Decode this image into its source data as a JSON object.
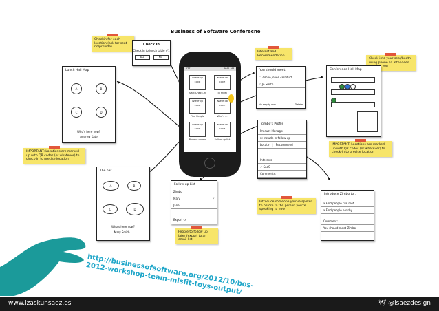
{
  "title": "Business of Software Conferecne",
  "notes": {
    "checkin": "Checkin for each location (ask for seat no/provide)",
    "interest": "Interest and Recommendation",
    "checkin_booth": "Check into your seat/booth using phone so attendees can find you",
    "left_important": "IMPORTANT: Locations are marked-up with QR codes (or whatever) to check-in to precise location",
    "right_important": "IMPORTANT: Locations are marked-up with QR codes (or whatever) to check-in to precise location",
    "follow_up": "People to follow up later (export to an email list)",
    "introduce": "Introduce someone you've spoken to before to the person you're speaking to now"
  },
  "checkin_dialog": {
    "title": "Check in",
    "question": "Check in to lunch table #1",
    "yes": "Yes",
    "no": "No"
  },
  "lunch_map": {
    "title": "Lunch Hall Map",
    "tables": [
      "A",
      "B",
      "C",
      "D"
    ],
    "whos_here": "Who's here now?",
    "person": "Andrew Kate"
  },
  "bar": {
    "title": "The bar",
    "tables": [
      "A",
      "B",
      "C",
      "D"
    ],
    "whos_here": "Who's here now?",
    "person": "Mary Smith..."
  },
  "phone": {
    "status": "ATT",
    "time": "9:41 AM",
    "buttons": [
      {
        "qr": "INSERT QR CODE",
        "label": "Seat Check-in"
      },
      {
        "qr": "INSERT QR CODE",
        "label": "To meet"
      },
      {
        "qr": "INSERT QR CODE",
        "label": "Find People"
      },
      {
        "qr": "INSERT QR CODE",
        "label": "Who's ..."
      },
      {
        "qr": "INSERT QR CODE",
        "label": "Browse rooms"
      },
      {
        "qr": "INSERT QR CODE",
        "label": "Follow up list"
      }
    ]
  },
  "should_meet": {
    "title": "You should meet:",
    "people": [
      "Zimbo Jones - Product",
      "Jo Smith"
    ],
    "footer_left": "No empty row",
    "footer_right": "Delete"
  },
  "conf_hall": {
    "title": "Conference Hall Map"
  },
  "profile": {
    "title": "Zimbo's Profile",
    "role": "Product Manager",
    "include": "Include in follow-up",
    "tabs": [
      "Locate",
      "|",
      "Recommend"
    ],
    "interests": "Interests",
    "saas": "SaaS",
    "comments": "Comments:"
  },
  "follow_list": {
    "title": "Follow-up List",
    "items": [
      "Zimbo",
      "Mary",
      "Jane"
    ],
    "export": "Export ->"
  },
  "introduce_card": {
    "title": "Introduce Zimbo to...",
    "items": [
      "x Find people I've met",
      "x Find people nearby"
    ],
    "comment_label": "Comment:",
    "comment": "You should meet Zimbo"
  },
  "url_text": [
    "http://businessofsoftware.org/2012/10/bos-",
    "2012-workshop-team-misfit-toys-output/"
  ],
  "footer": {
    "left": "www.izaskunsaez.es",
    "right": "@isaezdesign"
  },
  "colors": {
    "note_yellow": "#f7e56a",
    "tape_red": "#e2573b",
    "url_blue": "#1fa6c9",
    "hand_teal": "#1b9a9a",
    "footer_bg": "#1a1a1a"
  }
}
